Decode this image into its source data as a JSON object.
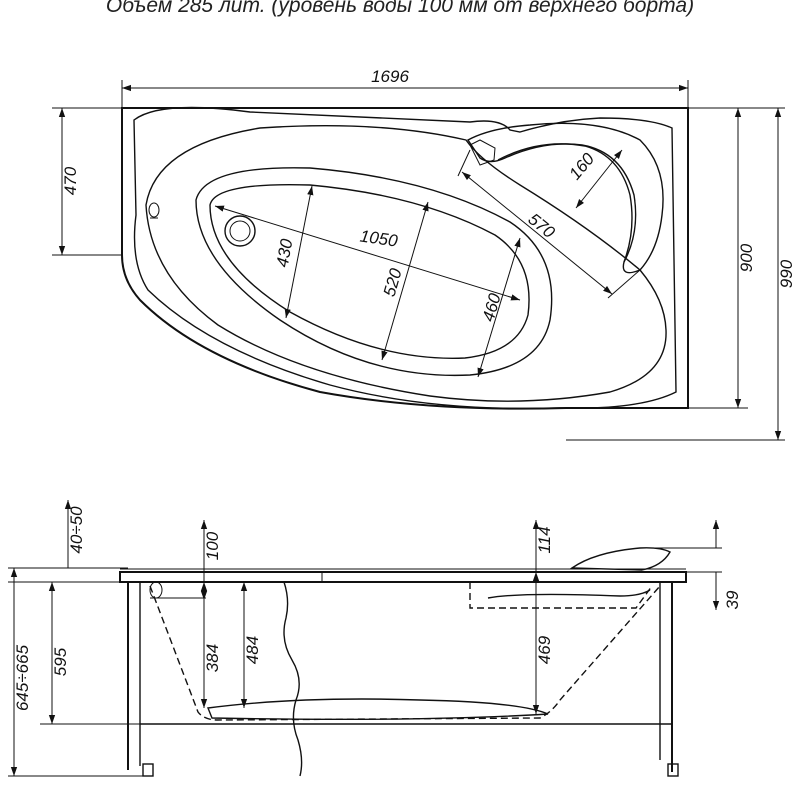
{
  "caption": "Объем 285 лит. (уровень воды 100 мм от верхнего борта)",
  "top_view": {
    "width_total": "1696",
    "depth_left": "470",
    "depth_right_inner": "900",
    "depth_right_total": "990",
    "inner_length": "1050",
    "inner_width_left": "430",
    "inner_width_center": "520",
    "inner_width_right": "460",
    "seat_diagonal": "570",
    "headrest_width": "160"
  },
  "side_view": {
    "rim_adjust": "40÷50",
    "water_level": "100",
    "headrest_height": "114",
    "rim_height": "39",
    "total_height": "645÷665",
    "panel_height": "595",
    "depth_outer": "384",
    "depth_inner": "484",
    "depth_seat": "469"
  }
}
